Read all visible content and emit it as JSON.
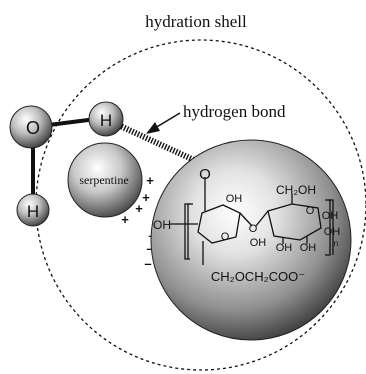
{
  "diagram": {
    "shell_label": "hydration shell",
    "bond_label": "hydrogen bond",
    "serpentine_label": "serpentine",
    "water": {
      "oxygen": "O",
      "hydrogen_top": "H",
      "hydrogen_bottom": "H"
    },
    "molecule": {
      "carbonyl_o": "O",
      "oh_left": "OH",
      "ring_o_left": "O",
      "bridge_o": "O",
      "ch2oh": "CH₂OH",
      "ring_o_right": "O",
      "oh_ring_right_upper": "OH",
      "oh_ring_right_lower": "OH",
      "oh_bottom": "OH",
      "oh_bottom_right": "OH",
      "oh_side": "OH",
      "oh_far_left": "OH",
      "subscript_n": "n",
      "side_chain": "CH₂OCH₂COO⁻"
    },
    "charges": {
      "plus_1": "+",
      "plus_2": "+",
      "plus_3": "+",
      "plus_4": "+",
      "minus_1": "–",
      "minus_2": "–",
      "minus_3": "–"
    },
    "colors": {
      "line": "#111111",
      "sphere_light": "#ffffff",
      "sphere_dark": "#4a4a4a"
    }
  }
}
